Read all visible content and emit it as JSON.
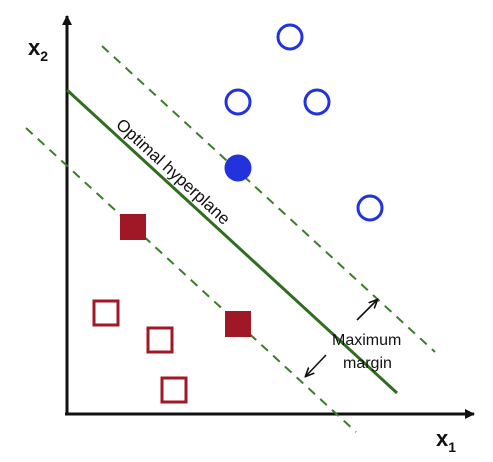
{
  "axes": {
    "x_label_main": "x",
    "x_label_sub": "1",
    "y_label_main": "x",
    "y_label_sub": "2"
  },
  "annotations": {
    "hyperplane_label": "Optimal hyperplane",
    "margin_label_line1": "Maximum",
    "margin_label_line2": "margin"
  },
  "colors": {
    "blue_class": "#2233dd",
    "red_class": "#a01826",
    "hyperplane": "#2e6e1e",
    "margin_lines": "#3a7d2a",
    "axes": "#111111"
  },
  "classes": {
    "blue": {
      "shape": "circle",
      "points": [
        {
          "x": 7.2,
          "y": 9.4,
          "support": false
        },
        {
          "x": 5.7,
          "y": 7.8,
          "support": false
        },
        {
          "x": 8.2,
          "y": 7.8,
          "support": false
        },
        {
          "x": 5.7,
          "y": 5.9,
          "support": true
        },
        {
          "x": 10.2,
          "y": 4.7,
          "support": false
        }
      ]
    },
    "red": {
      "shape": "square",
      "points": [
        {
          "x": 2.2,
          "y": 4.3,
          "support": true
        },
        {
          "x": 1.3,
          "y": 2.3,
          "support": false
        },
        {
          "x": 3.1,
          "y": 1.8,
          "support": false
        },
        {
          "x": 5.7,
          "y": 2.0,
          "support": true
        },
        {
          "x": 3.5,
          "y": 0.5,
          "support": false
        }
      ]
    }
  }
}
